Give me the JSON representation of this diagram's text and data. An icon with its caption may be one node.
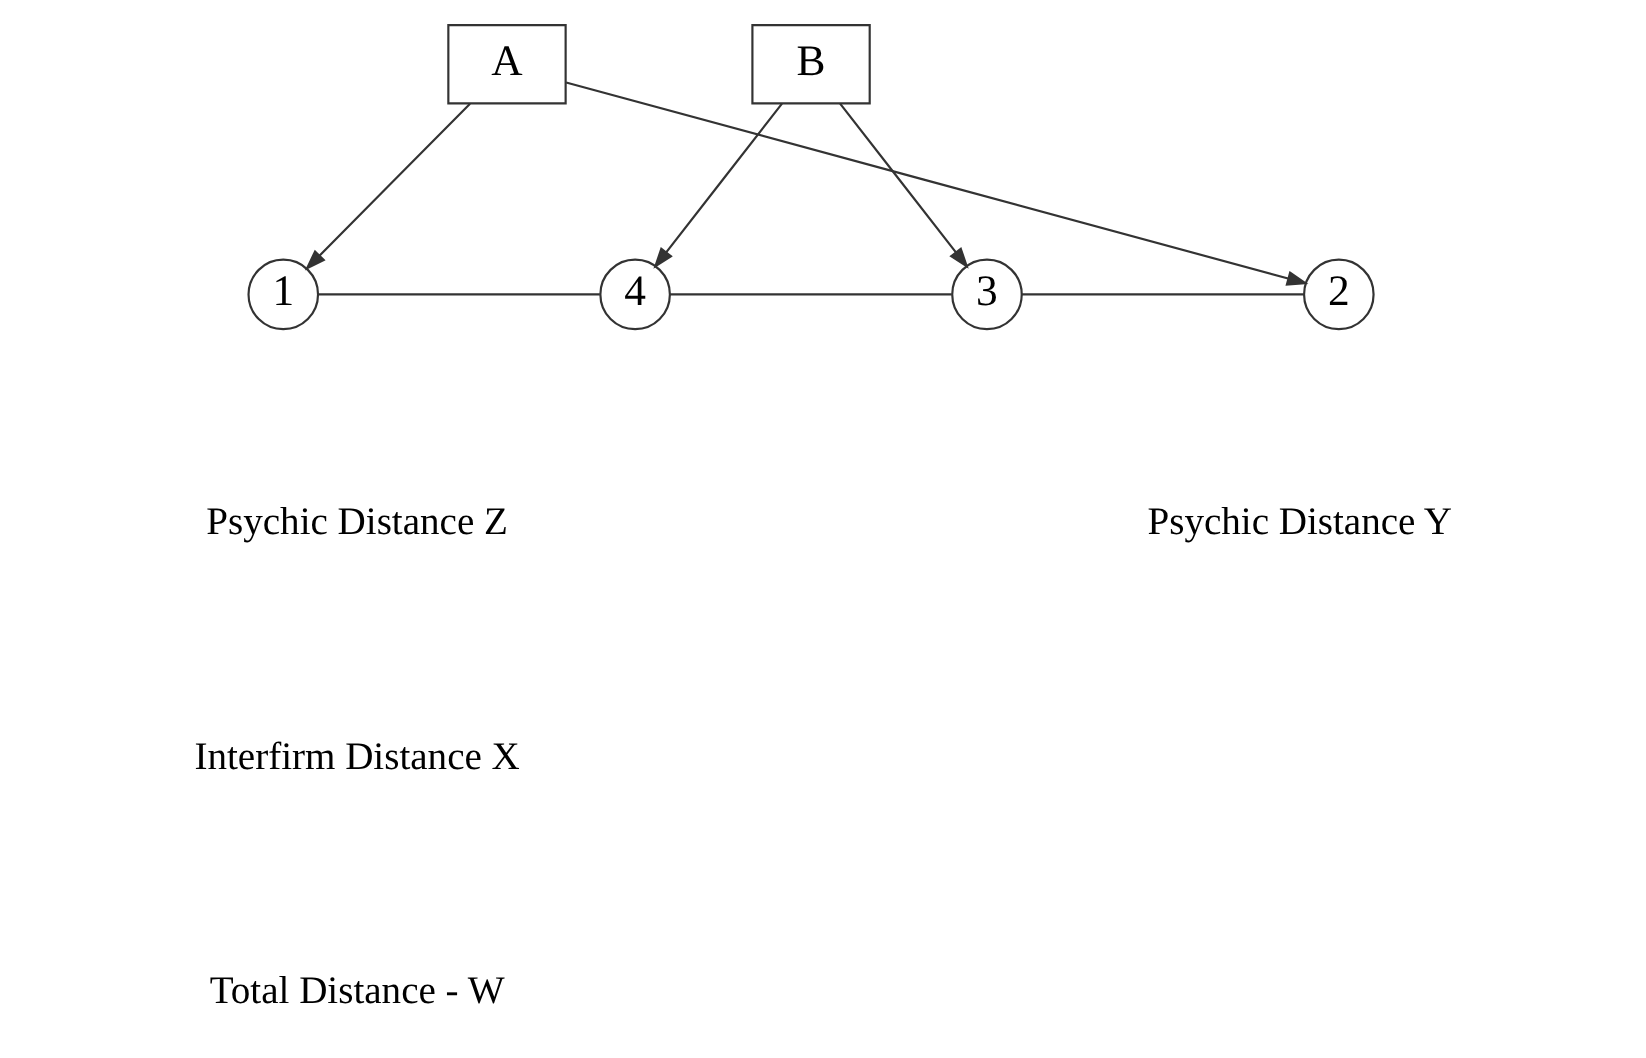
{
  "diagram": {
    "nodes": [
      {
        "text": [
          "A"
        ]
      },
      {
        "text": [
          "B"
        ]
      },
      {
        "text": [
          "1"
        ]
      },
      {
        "text": [
          "4"
        ]
      },
      {
        "text": [
          "3"
        ]
      },
      {
        "text": [
          "2"
        ]
      }
    ],
    "edges": [
      {
        "from": 0,
        "to": 2,
        "arrow": "to"
      },
      {
        "from": 0,
        "to": 5,
        "arrow": "to"
      },
      {
        "from": 1,
        "to": 3,
        "arrow": "to"
      },
      {
        "from": 1,
        "to": 4,
        "arrow": "to"
      },
      {
        "from": 2,
        "to": 3,
        "arrow": "none"
      },
      {
        "from": 3,
        "to": 4,
        "arrow": "none"
      },
      {
        "from": 4,
        "to": 5,
        "arrow": "none"
      }
    ],
    "labels": [
      "Psychic Distance Z",
      "Psychic Distance Y",
      "Interfirm Distance X",
      "Total Distance - W"
    ]
  }
}
